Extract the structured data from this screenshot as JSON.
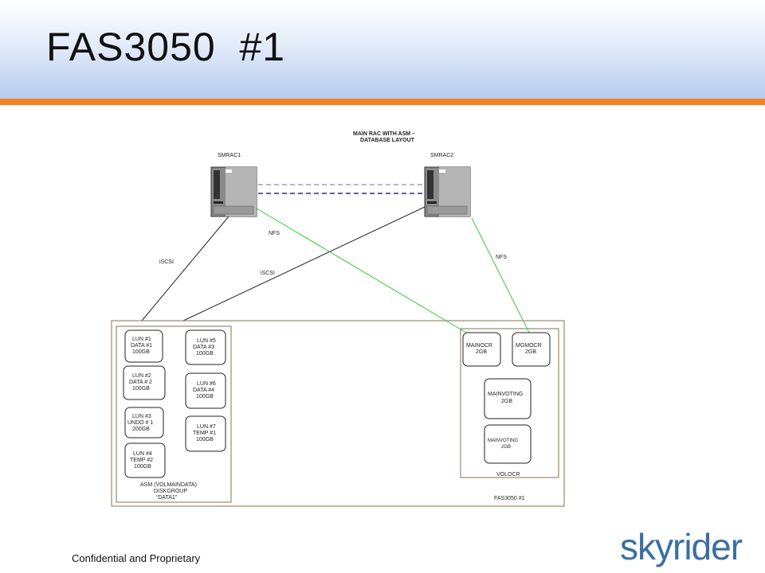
{
  "slide": {
    "title": "FAS3050  #1",
    "footer": "Confidential and Proprietary",
    "logo_text": "skyrider"
  },
  "diagram": {
    "heading_line1": "MAIN RAC WITH ASM –",
    "heading_line2": "DATABASE LAYOUT",
    "server1": "SMRAC1",
    "server2": "SMRAC2",
    "iscsi_label_1": "iSCSI",
    "iscsi_label_2": "iSCSI",
    "nfs_label_1": "NFS",
    "nfs_label_2": "NFS",
    "luns": [
      {
        "line1": "LUN #1",
        "line2": "DATA #1",
        "line3": "100GB"
      },
      {
        "line1": "LUN #2",
        "line2": "DATA # 2",
        "line3": "100GB"
      },
      {
        "line1": "LUN #3",
        "line2": "UNDO # 1",
        "line3": "200GB"
      },
      {
        "line1": "LUN #4",
        "line2": "TEMP  #2",
        "line3": "100GB"
      },
      {
        "line1": "LUN #5",
        "line2": "DATA #3",
        "line3": "100GB"
      },
      {
        "line1": "LUN #6",
        "line2": "DATA #4",
        "line3": "100GB"
      },
      {
        "line1": "LUN #7",
        "line2": "TEMP #1",
        "line3": "100GB"
      }
    ],
    "asm_line1": "ASM  (VOLMAINDATA)",
    "asm_line2": "DISKGROUP",
    "asm_line3": "“DATA1”",
    "ocr": [
      {
        "line1": "MAINOCR",
        "line2": "2GB"
      },
      {
        "line1": "MGMOCR",
        "line2": "2GB"
      },
      {
        "line1": "MAINVOTING",
        "line2": "2GB"
      },
      {
        "line1": "MAINVOTING",
        "line2": "2GB"
      }
    ],
    "volocr_label": "VOLOCR",
    "fas_label": "FAS3050 #1"
  }
}
